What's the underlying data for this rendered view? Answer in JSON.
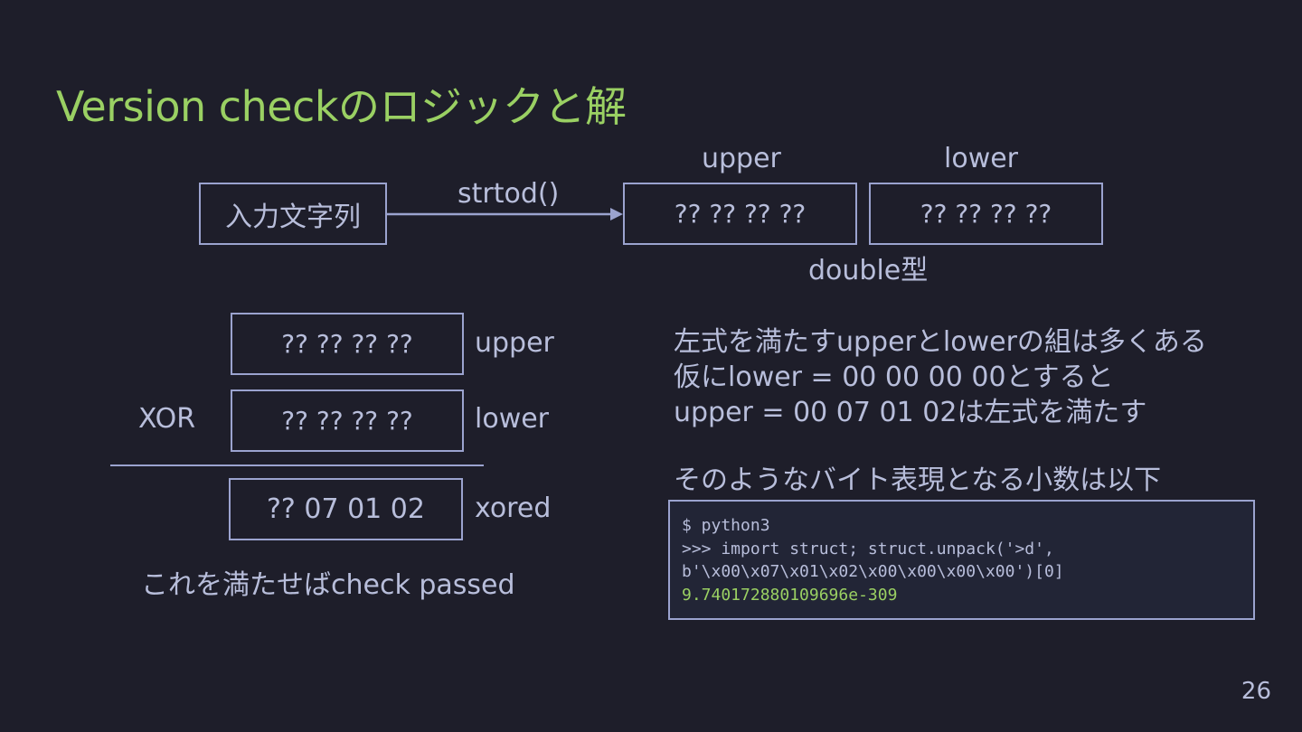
{
  "slide": {
    "title": "Version checkのロジックと解",
    "page_number": "26"
  },
  "diagram": {
    "input_box": "入力文字列",
    "arrow_label": "strtod()",
    "upper_header": "upper",
    "lower_header": "lower",
    "upper_box": "?? ?? ?? ??",
    "lower_box": "?? ?? ?? ??",
    "type_label": "double型"
  },
  "xor": {
    "op_label": "XOR",
    "row1_value": "?? ?? ?? ??",
    "row1_label": "upper",
    "row2_value": "?? ?? ?? ??",
    "row2_label": "lower",
    "result_value": "?? 07 01 02",
    "result_label": "xored",
    "caption": "これを満たせばcheck passed"
  },
  "explanation": {
    "line1": "左式を満たすupperとlowerの組は多くある",
    "line2": "仮にlower = 00 00 00 00とすると",
    "line3": "upper = 00 07 01 02は左式を満たす",
    "line4": "そのようなバイト表現となる小数は以下"
  },
  "code": {
    "line1": "$ python3",
    "line2": ">>> import struct; struct.unpack('>d',",
    "line3": "b'\\x00\\x07\\x01\\x02\\x00\\x00\\x00\\x00')[0]",
    "output": "9.740172880109696e-309"
  },
  "colors": {
    "background": "#1e1e2a",
    "title": "#9ad063",
    "text": "#b8bedb",
    "border": "#9ba3cf",
    "code_output": "#9ad063"
  }
}
